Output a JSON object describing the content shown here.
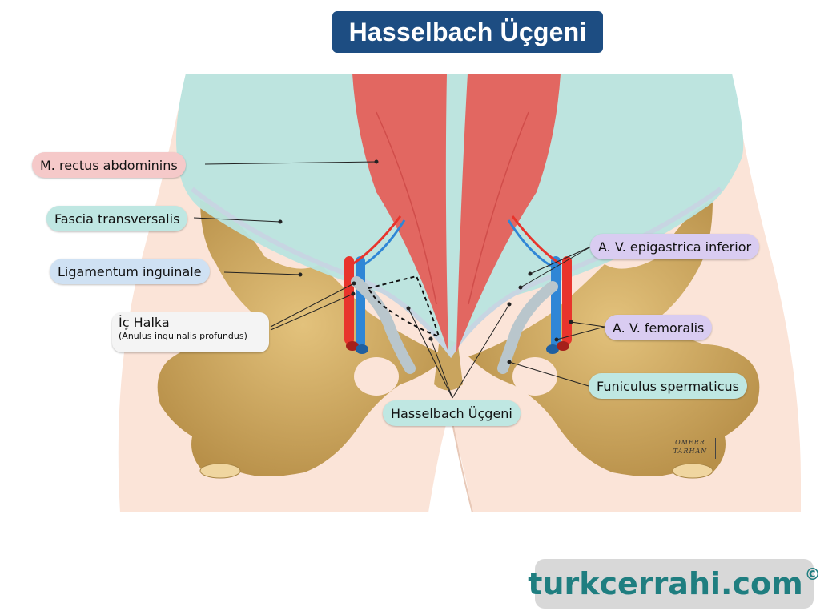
{
  "title": "Hasselbach Üçgeni",
  "labels": {
    "rectus": "M. rectus abdominins",
    "fascia": "Fascia transversalis",
    "ligament": "Ligamentum inguinale",
    "ichalka_main": "İç Halka",
    "ichalka_sub": "(Anulus inguinalis profundus)",
    "hasselbach": "Hasselbach Üçgeni",
    "epigastrica": "A. V. epigastrica inferior",
    "femoralis": "A. V. femoralis",
    "funiculus": "Funiculus spermaticus"
  },
  "signature": {
    "line1": "OMERR",
    "line2": "TARHAN"
  },
  "brand": {
    "text": "turkcerrahi.com",
    "mark": "©"
  },
  "colors": {
    "title_bg": "#1d4d82",
    "skin": "#fbe4d8",
    "fascia": "#b9e4df",
    "bone": "#d5b069",
    "muscle": "#e26761",
    "artery": "#e8342c",
    "vein": "#2f86d6",
    "cord": "#b9c6cc",
    "brand_text": "#1f7e80"
  }
}
